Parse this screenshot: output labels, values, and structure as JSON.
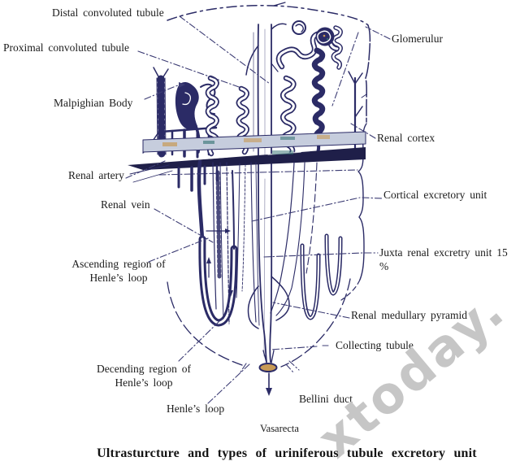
{
  "caption": "Ultrasturcture and types of uriniferous tubule excretory unit",
  "watermark": "xtoday.",
  "colors": {
    "ink": "#2b2b66",
    "ink_dark": "#1f1f49",
    "band_light": "#c6cddd",
    "fleck_tan": "#c89a55",
    "fleck_teal": "#2f6f70",
    "leader": "#3c3c74",
    "label_text": "#1b1b1b",
    "watermark_gray": "#c6c6c6"
  },
  "labels": {
    "distal": "Distal convoluted tubule",
    "proximal": "Proximal convoluted tubule",
    "malpighian": "Malpighian Body",
    "renal_artery": "Renal artery",
    "renal_vein": "Renal vein",
    "ascending": "Ascending region of\nHenle’s loop",
    "decending": "Decending region of\nHenle’s loop",
    "henles_loop": "Henle’s loop",
    "vasarecta": "Vasarecta",
    "bellini": "Bellini duct",
    "glomerulur": "Glomerulur",
    "renal_cortex": "Renal cortex",
    "cortical": "Cortical excretory unit",
    "juxta": "Juxta renal excretry unit 15 %",
    "pyramid": "Renal medullary pyramid",
    "collecting": "Collecting tubule"
  }
}
